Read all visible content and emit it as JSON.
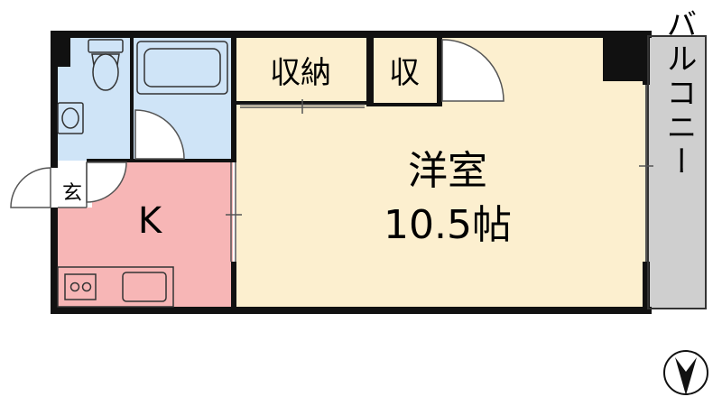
{
  "rooms": {
    "western": {
      "name": "洋室",
      "size": "10.5帖"
    },
    "kitchen": "K",
    "entrance": "玄",
    "closet_large": "収納",
    "closet_small": "収",
    "balcony": "バルコニー"
  },
  "colors": {
    "western_floor": "#fcefcf",
    "kitchen_floor": "#f7b6b6",
    "wet_area_floor": "#cfe4f7",
    "balcony_floor": "#cfcfcf",
    "wall": "#111111"
  },
  "icons": {
    "compass": "north-arrow-icon"
  }
}
